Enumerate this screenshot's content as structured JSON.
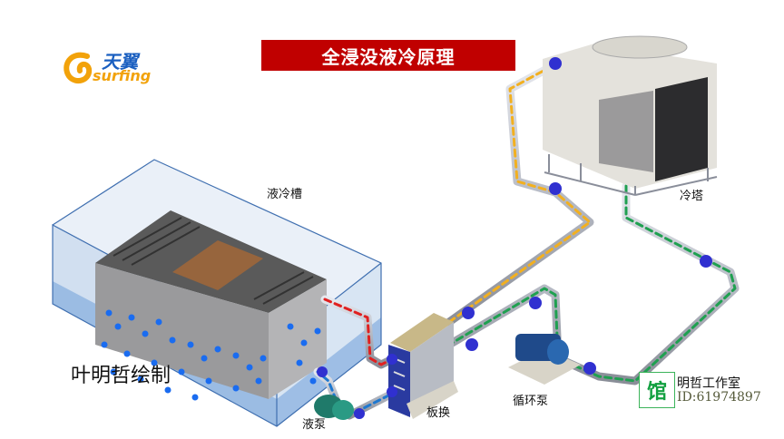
{
  "title": "全浸没液冷原理",
  "logo": {
    "cn": "天翼",
    "en": "surfing"
  },
  "labels": {
    "tank": "液冷槽",
    "tower": "冷塔",
    "heat_exchanger": "板换",
    "coolant_pump": "液泵",
    "circulation_pump": "循环泵"
  },
  "watermark": "叶明哲绘制",
  "studio": {
    "stamp": "馆",
    "name": "明哲工作室",
    "id": "ID:61974897"
  },
  "colors": {
    "banner": "#c00000",
    "hot_coolant": "#e02020",
    "cold_coolant": "#1e78d0",
    "hot_water": "#f2b020",
    "cold_water": "#1fa050",
    "valve": "#3030d0",
    "tank_liquid": "#6f9fd8"
  }
}
